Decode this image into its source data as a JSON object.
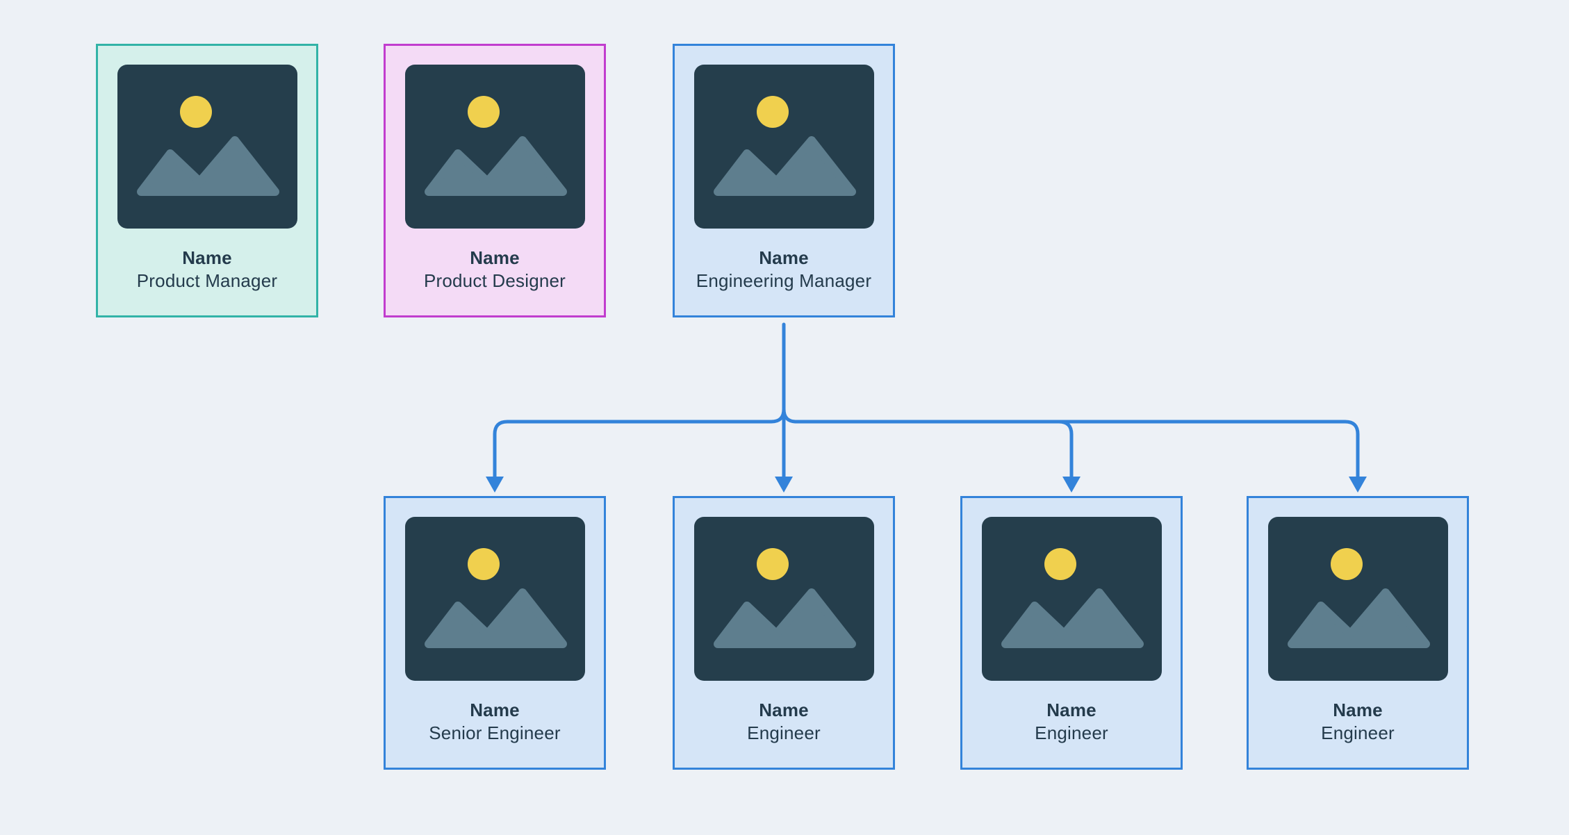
{
  "diagram": {
    "type": "org-chart",
    "nodes": [
      {
        "id": "product-manager",
        "name": "Name",
        "role": "Product Manager",
        "variant": "teal"
      },
      {
        "id": "product-designer",
        "name": "Name",
        "role": "Product Designer",
        "variant": "magenta"
      },
      {
        "id": "engineering-manager",
        "name": "Name",
        "role": "Engineering Manager",
        "variant": "blue"
      },
      {
        "id": "senior-engineer",
        "name": "Name",
        "role": "Senior Engineer",
        "variant": "blue"
      },
      {
        "id": "engineer-1",
        "name": "Name",
        "role": "Engineer",
        "variant": "blue"
      },
      {
        "id": "engineer-2",
        "name": "Name",
        "role": "Engineer",
        "variant": "blue"
      },
      {
        "id": "engineer-3",
        "name": "Name",
        "role": "Engineer",
        "variant": "blue"
      }
    ],
    "edges": [
      {
        "from": "engineering-manager",
        "to": "senior-engineer"
      },
      {
        "from": "engineering-manager",
        "to": "engineer-1"
      },
      {
        "from": "engineering-manager",
        "to": "engineer-2"
      },
      {
        "from": "engineering-manager",
        "to": "engineer-3"
      }
    ],
    "icons": {
      "thumbnail": "image-placeholder",
      "sun": "sun-circle",
      "mountains": "mountain-silhouette",
      "arrow": "down-arrowhead"
    },
    "colors": {
      "canvas_background": "#EDF1F6",
      "connector": "#3383DA",
      "teal_border": "#32B3A7",
      "teal_background": "#D5F0EB",
      "magenta_border": "#C13DCE",
      "magenta_background": "#F4DBF6",
      "blue_border": "#3383DA",
      "blue_background": "#D5E5F7",
      "thumbnail_background": "#253E4C",
      "sun": "#F0D04E",
      "mountains": "#5E7E8E",
      "text": "#243B4C"
    }
  }
}
